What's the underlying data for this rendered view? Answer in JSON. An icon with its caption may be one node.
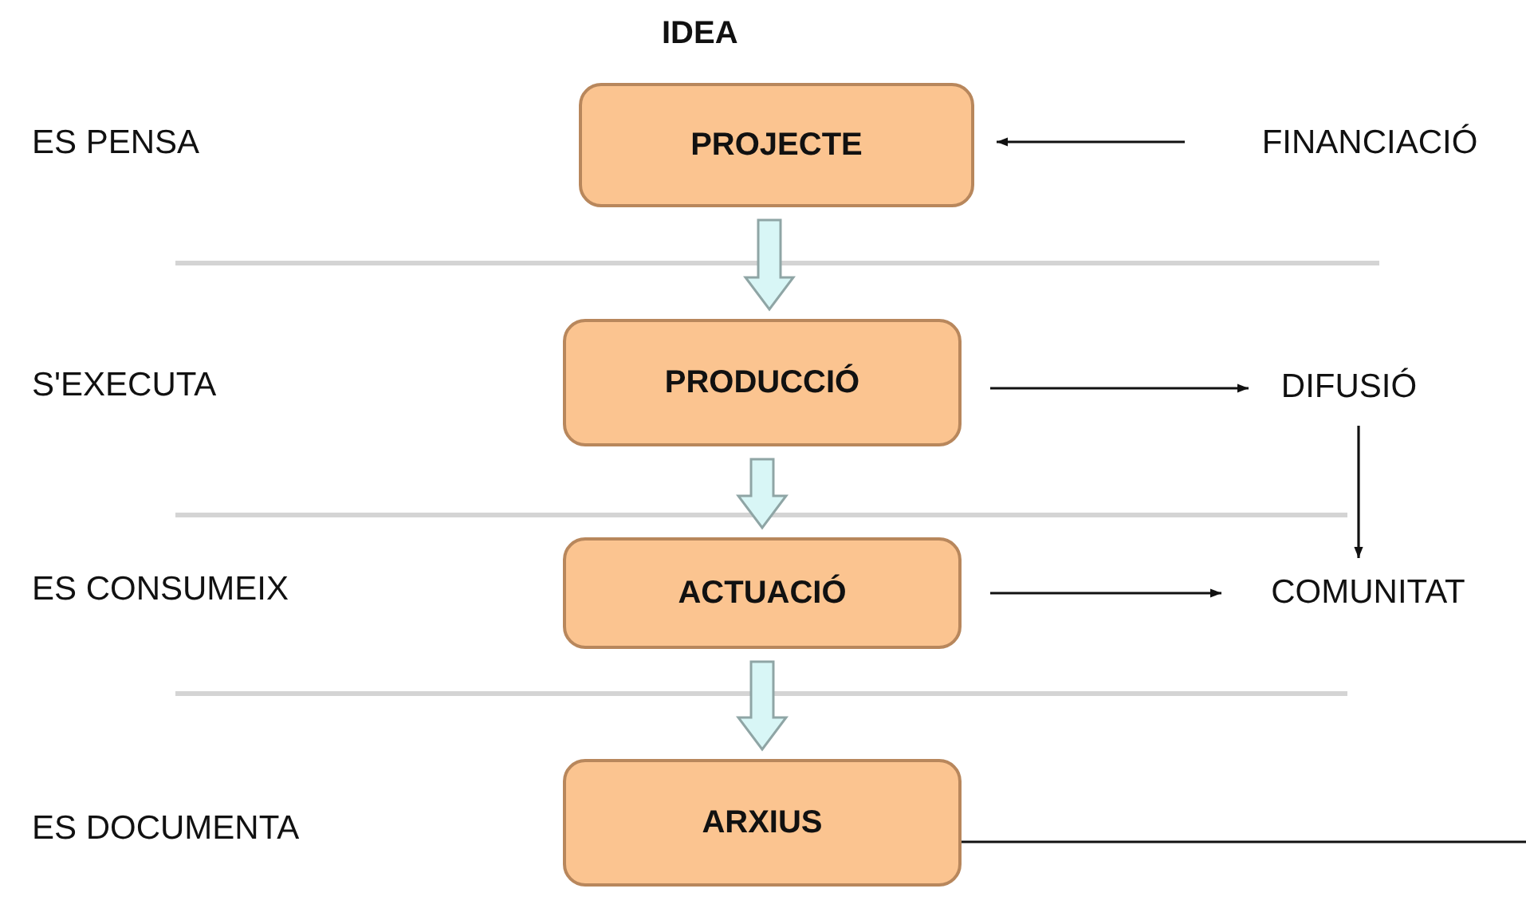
{
  "diagram": {
    "nodes": [
      {
        "text": [
          "PROJECTE"
        ]
      },
      {
        "text": [
          "PRODUCCIÓ"
        ]
      },
      {
        "text": [
          "ACTUACIÓ"
        ]
      },
      {
        "text": [
          "ARXIUS"
        ]
      },
      {
        "text": [
          "FINANCIACIÓ"
        ]
      },
      {
        "text": [
          "DIFUSIÓ"
        ]
      },
      {
        "text": [
          "COMUNITAT"
        ]
      }
    ],
    "edges": [
      {
        "from": 0,
        "to": 1,
        "arrow": "to",
        "style": "thick",
        "color": "#d8f6f6"
      },
      {
        "from": 1,
        "to": 2,
        "arrow": "to",
        "style": "thick",
        "color": "#d8f6f6"
      },
      {
        "from": 2,
        "to": 3,
        "arrow": "to",
        "style": "thick",
        "color": "#d8f6f6"
      },
      {
        "from": 4,
        "to": 0,
        "arrow": "to"
      },
      {
        "from": 1,
        "to": 5,
        "arrow": "to"
      },
      {
        "from": 5,
        "to": 6,
        "arrow": "to"
      },
      {
        "from": 2,
        "to": 6,
        "arrow": "to"
      },
      {
        "from": 3,
        "to": null,
        "arrow": "none"
      }
    ],
    "labels": [
      "IDEA",
      "ES PENSA",
      "S'EXECUTA",
      "ES CONSUMEIX",
      "ES DOCUMENTA"
    ]
  }
}
